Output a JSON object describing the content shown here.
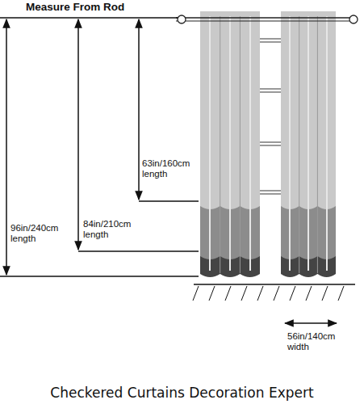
{
  "diagram": {
    "caption": "Checkered Curtains Decoration Expert",
    "labels": [
      "Measure From Rod",
      "63in/160cm length",
      "84in/210cm length",
      "96in/240cm length",
      "56in/140cm width"
    ]
  }
}
